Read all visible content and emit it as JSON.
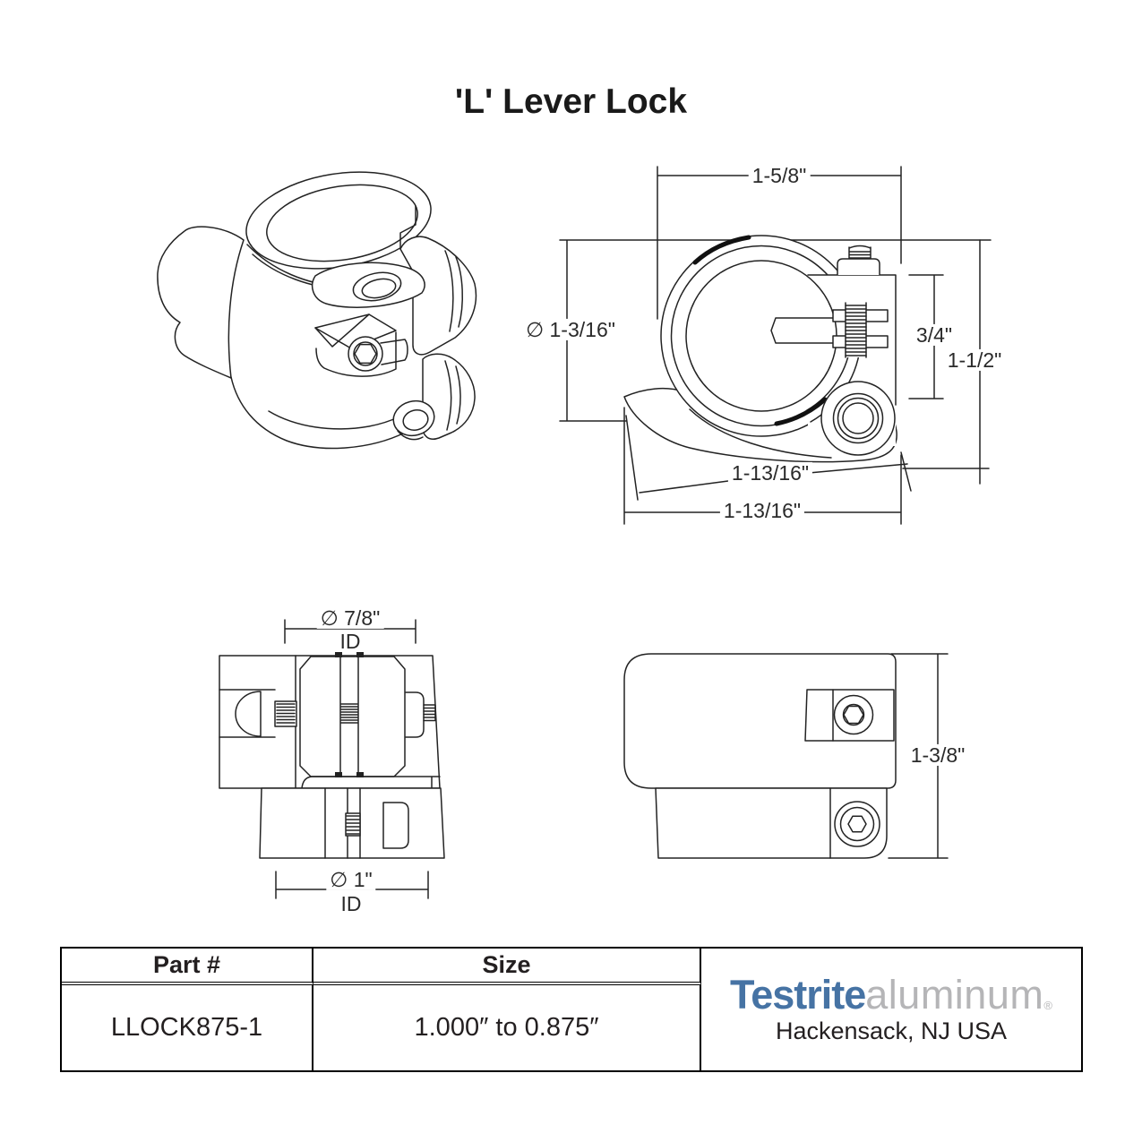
{
  "title": "'L' Lever Lock",
  "dims": {
    "front": {
      "width_top": "1-5/8\"",
      "bore_diameter": "∅ 1-3/16\"",
      "clamp_height": "3/4\"",
      "overall_height": "1-1/2\"",
      "lever_length": "1-13/16\"",
      "overall_length": "1-13/16\""
    },
    "top": {
      "small_id": "∅ 7/8\"",
      "small_id_label": "ID",
      "large_id": "∅ 1\"",
      "large_id_label": "ID"
    },
    "side": {
      "height": "1-3/8\""
    }
  },
  "table": {
    "part_header": "Part #",
    "size_header": "Size",
    "part_number": "LLOCK875-1",
    "size_value": "1.000″ to 0.875″"
  },
  "brand": {
    "name": "Testrite",
    "suffix": "aluminum",
    "registered_mark": "®",
    "location": "Hackensack, NJ USA",
    "name_color": "#4673A4",
    "suffix_color": "#B5B5B7"
  }
}
